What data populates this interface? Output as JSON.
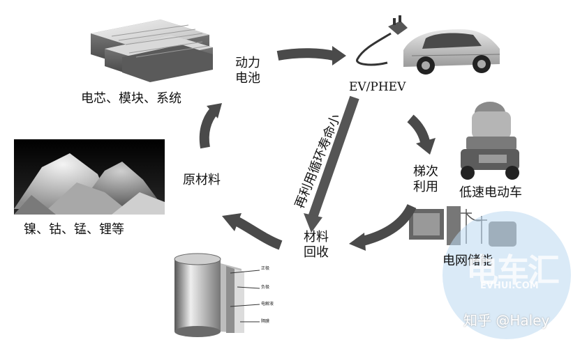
{
  "labels": {
    "cells": "电芯、模块、系统",
    "power_battery": [
      "动力",
      "电池"
    ],
    "ev": "EV/PHEV",
    "lifecycle": "再利用循环寿命小",
    "cascade": [
      "梯次",
      "利用"
    ],
    "low_speed_ev": "低速电动车",
    "raw_materials": "原材料",
    "metals": "镍、钴、锰、锂等",
    "recycle": [
      "材料",
      "回收"
    ],
    "grid_storage": "电网储能"
  },
  "cell_labels": [
    "正极",
    "负极",
    "电解液",
    "隔膜"
  ],
  "watermark": {
    "brand": "电车汇",
    "domain": "EVHUI.COM",
    "credit": "知乎 @Haley"
  },
  "colors": {
    "arrow": "#4a4a4a",
    "arrow_dark": "#3a3a3a",
    "watermark": "#7fb6e3"
  }
}
